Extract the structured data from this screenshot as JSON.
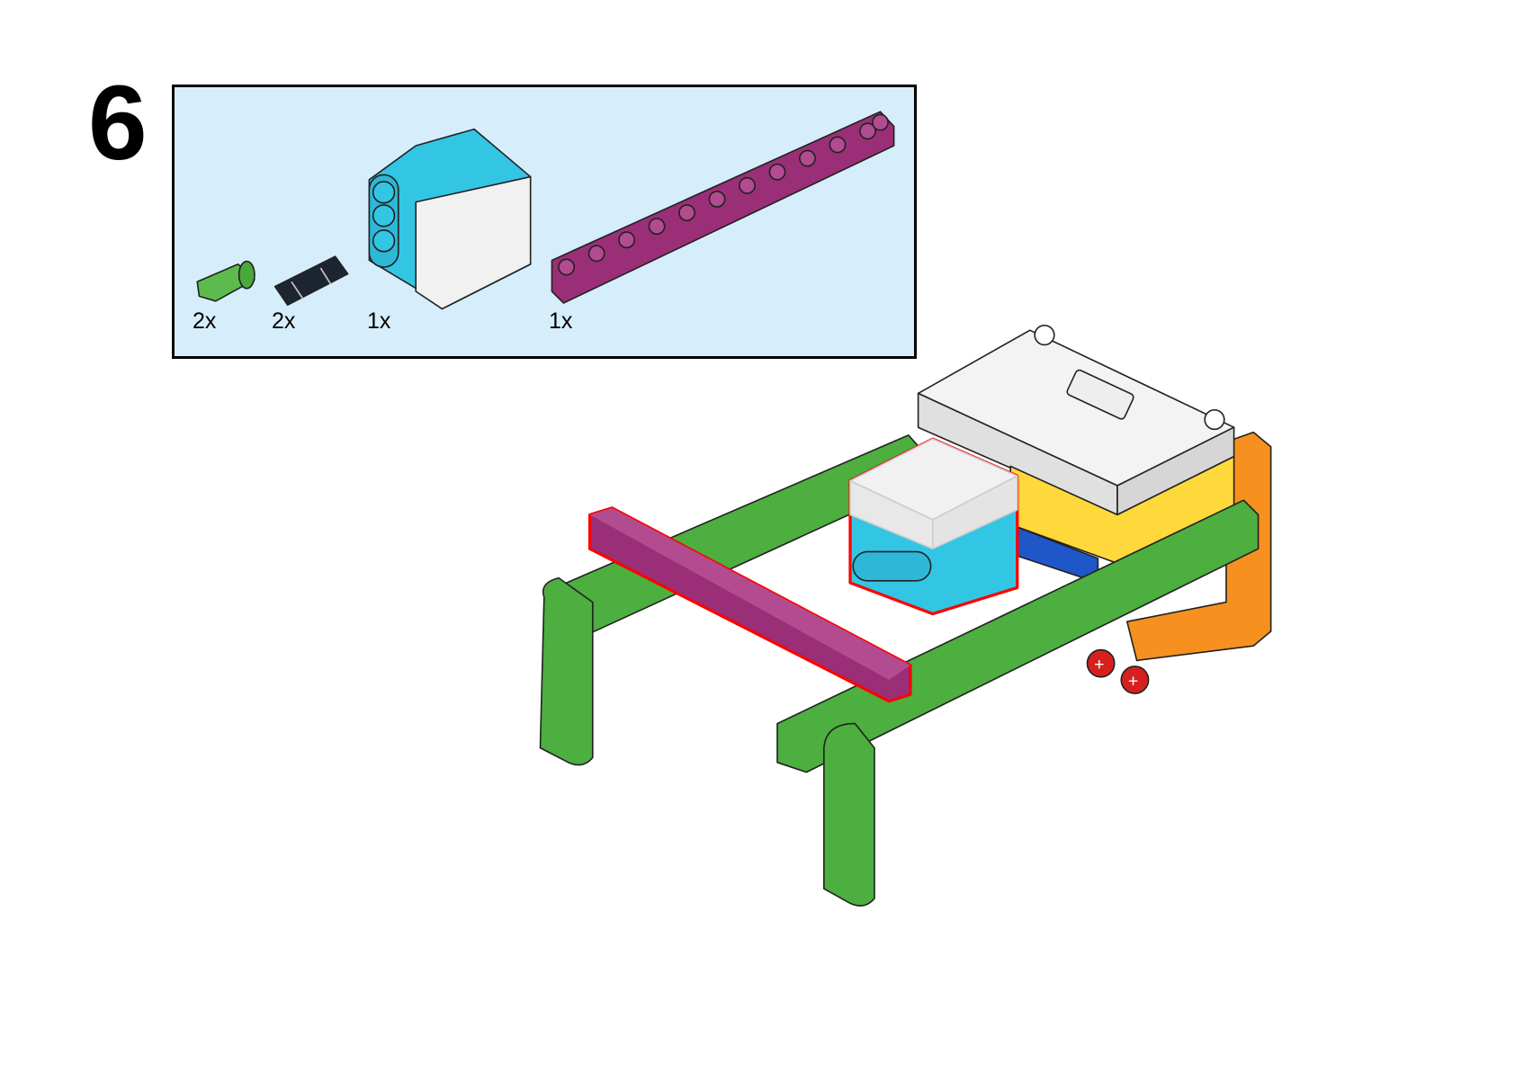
{
  "step": {
    "number": "6"
  },
  "parts_list": {
    "items": [
      {
        "part": "green-pin",
        "count": "2x"
      },
      {
        "part": "black-pin",
        "count": "2x"
      },
      {
        "part": "distance-sensor",
        "count": "1x"
      },
      {
        "part": "magenta-beam-11",
        "count": "1x"
      }
    ]
  },
  "colors": {
    "parts_background": "#d6eefc",
    "green": "#4caf3f",
    "magenta": "#9a2f78",
    "cyan": "#33c6e4",
    "yellow": "#ffd93b",
    "orange": "#f6901e",
    "red": "#d62020",
    "highlight": "#ff0000"
  }
}
